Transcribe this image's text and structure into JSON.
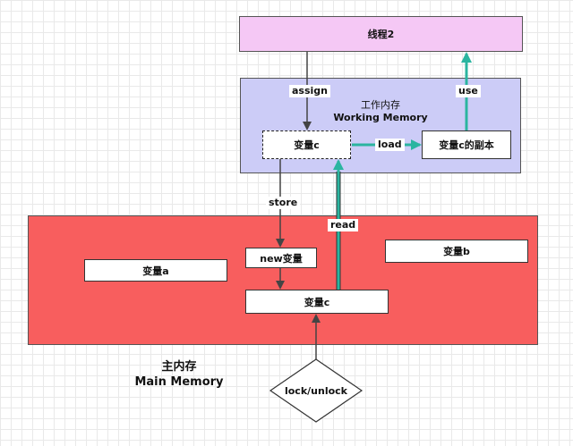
{
  "thread": {
    "label": "线程2"
  },
  "working_memory": {
    "title_zh": "工作内存",
    "title_en": "Working Memory"
  },
  "main_memory": {
    "title_zh": "主内存",
    "title_en": "Main Memory"
  },
  "nodes": {
    "wm_var_c": "变量c",
    "wm_var_c_copy": "变量c的副本",
    "mm_var_a": "变量a",
    "mm_new_var": "new变量",
    "mm_var_b": "变量b",
    "mm_var_c": "变量c",
    "lock_unlock": "lock/unlock"
  },
  "edges": {
    "assign": "assign",
    "use": "use",
    "load": "load",
    "store": "store",
    "read": "read"
  },
  "colors": {
    "thread": "#f5c8f5",
    "working_memory": "#ccccf7",
    "main_memory": "#f85e5e",
    "teal_arrow": "#2bb5a0",
    "gray_arrow": "#555555"
  }
}
